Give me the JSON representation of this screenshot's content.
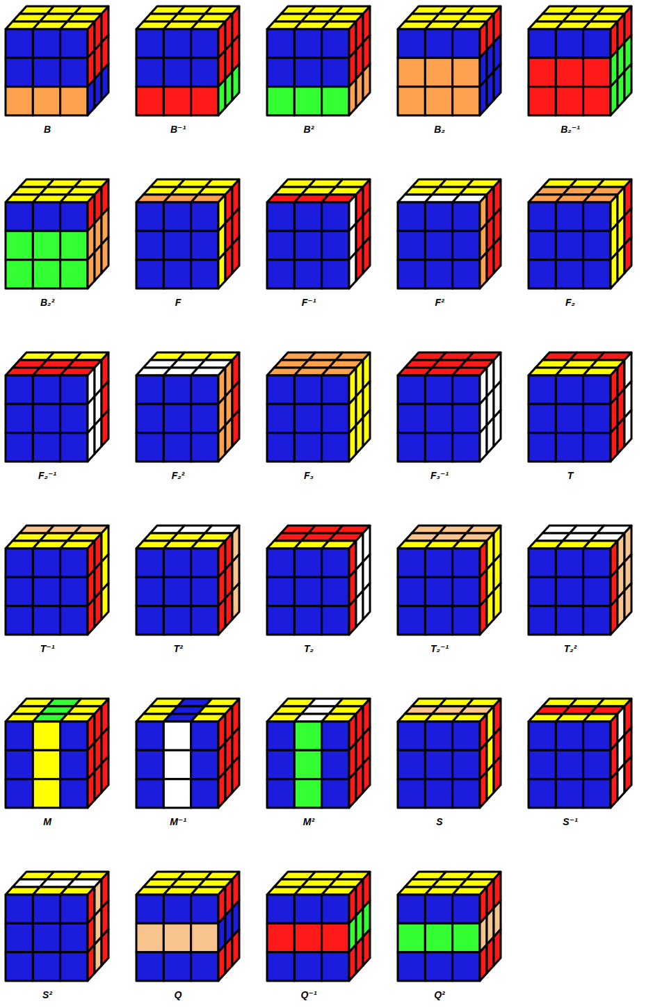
{
  "diagram": {
    "labels": [
      "B",
      "B⁻¹",
      "B²",
      "B₂",
      "B₂⁻¹",
      "B₂²",
      "F",
      "F⁻¹",
      "F²",
      "F₂",
      "F₂⁻¹",
      "F₂²",
      "F₃",
      "F₃⁻¹",
      "T",
      "T⁻¹",
      "T²",
      "T₂",
      "T₂⁻¹",
      "T₂²",
      "M",
      "M⁻¹",
      "M²",
      "S",
      "S⁻¹",
      "S²",
      "Q",
      "Q⁻¹",
      "Q²"
    ]
  }
}
